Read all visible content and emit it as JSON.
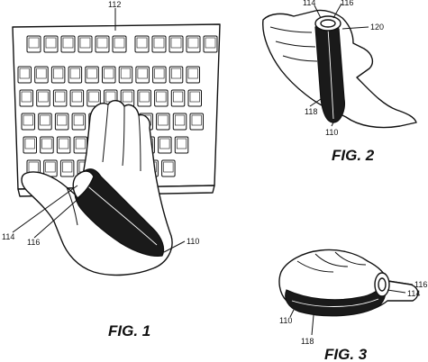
{
  "figures": [
    {
      "id": "fig1",
      "label": "FIG. 1",
      "references": {
        "keyboard": "112",
        "wrap": "110",
        "thumb_loop": "114",
        "thumb_band": "116"
      }
    },
    {
      "id": "fig2",
      "label": "FIG. 2",
      "references": {
        "thumb_loop": "114",
        "thumb_band": "116",
        "edge": "120",
        "palm_panel": "118",
        "wrap": "110"
      }
    },
    {
      "id": "fig3",
      "label": "FIG. 3",
      "references": {
        "thumb_band": "116",
        "thumb_loop": "114",
        "wrap": "110",
        "palm_panel": "118"
      }
    }
  ]
}
